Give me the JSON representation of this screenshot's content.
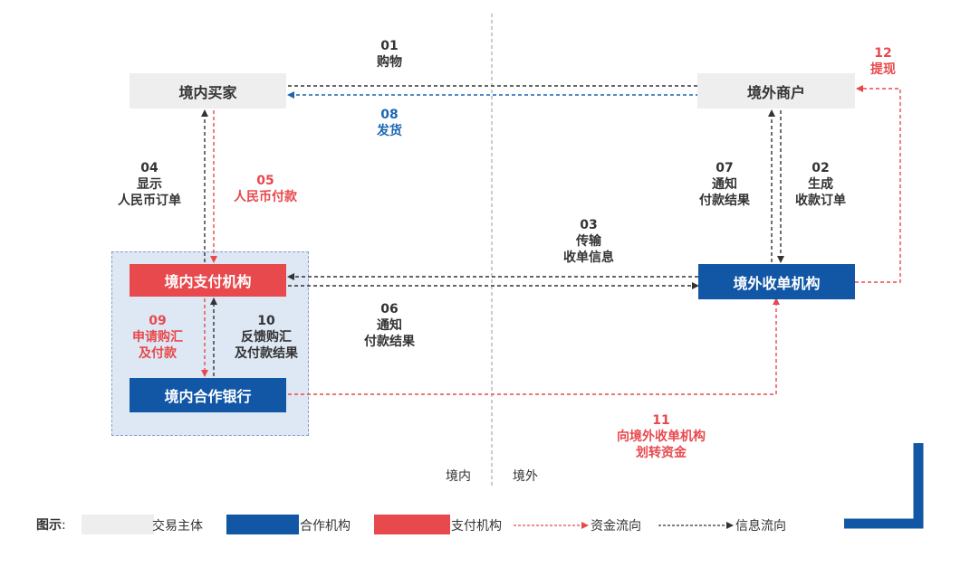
{
  "nodes": {
    "domestic_buyer": "境内买家",
    "overseas_merchant": "境外商户",
    "domestic_payment": "境内支付机构",
    "overseas_acquirer": "境外收单机构",
    "domestic_bank": "境内合作银行"
  },
  "steps": {
    "s01": {
      "num": "01",
      "text": "购物"
    },
    "s02": {
      "num": "02",
      "line1": "生成",
      "line2": "收款订单"
    },
    "s03": {
      "num": "03",
      "line1": "传输",
      "line2": "收单信息"
    },
    "s04": {
      "num": "04",
      "line1": "显示",
      "line2": "人民币订单"
    },
    "s05": {
      "num": "05",
      "text": "人民币付款"
    },
    "s06": {
      "num": "06",
      "line1": "通知",
      "line2": "付款结果"
    },
    "s07": {
      "num": "07",
      "line1": "通知",
      "line2": "付款结果"
    },
    "s08": {
      "num": "08",
      "text": "发货"
    },
    "s09": {
      "num": "09",
      "line1": "申请购汇",
      "line2": "及付款"
    },
    "s10": {
      "num": "10",
      "line1": "反馈购汇",
      "line2": "及付款结果"
    },
    "s11": {
      "num": "11",
      "line1": "向境外收单机构",
      "line2": "划转资金"
    },
    "s12": {
      "num": "12",
      "text": "提现"
    }
  },
  "divider": {
    "left": "境内",
    "right": "境外"
  },
  "legend": {
    "title": "图示",
    "colon": ":",
    "trade_entity": "交易主体",
    "partner": "合作机构",
    "payment_institution": "支付机构",
    "fund_flow": "资金流向",
    "info_flow": "信息流向"
  },
  "colors": {
    "red": "#e8494d",
    "blue": "#1257a6",
    "grey": "#eeeeee",
    "dark": "#333333",
    "info_blue": "#1a66b3"
  }
}
